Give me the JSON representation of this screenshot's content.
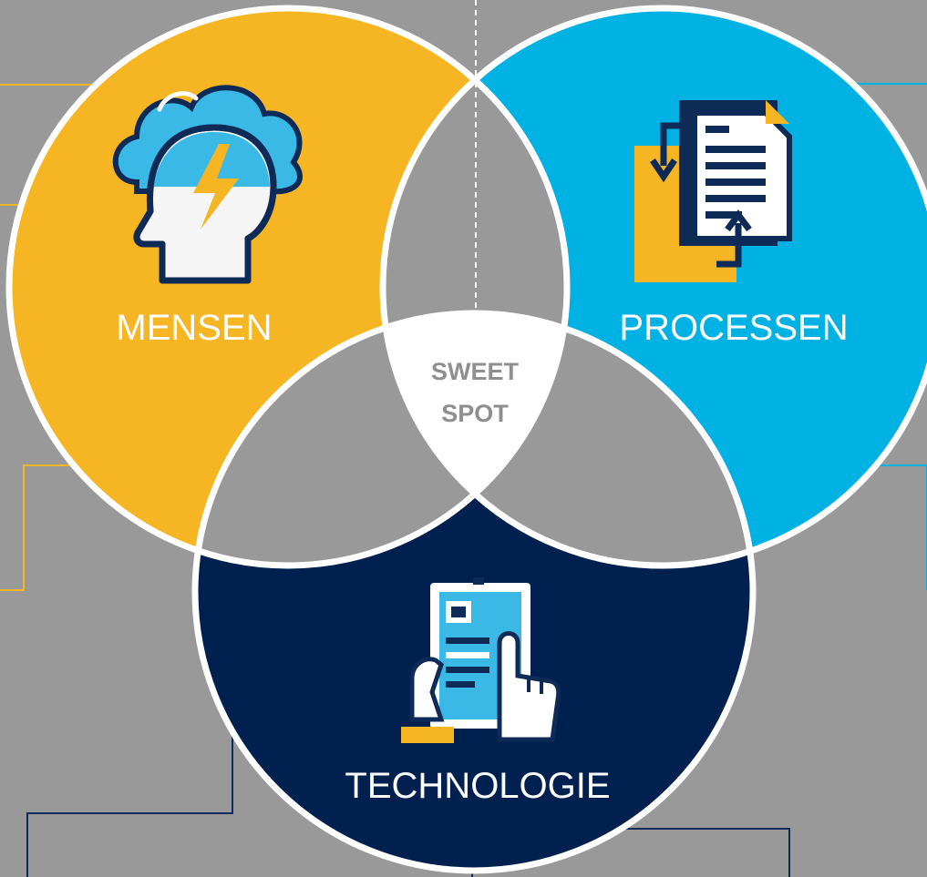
{
  "colors": {
    "background": "#999999",
    "mensen": "#F6B523",
    "processen": "#00B2E3",
    "technologie": "#002050",
    "outline": "#FFFFFF",
    "sweet_spot_text": "#8F8F8F",
    "icon_dark": "#0E2A57",
    "icon_light_blue": "#3AB9E6",
    "icon_white": "#F5F5F5"
  },
  "labels": {
    "mensen": "MENSEN",
    "processen": "PROCESSEN",
    "technologie": "TECHNOLOGIE",
    "sweet_spot_line1": "SWEET",
    "sweet_spot_line2": "SPOT"
  },
  "icons": {
    "mensen": "head-with-cloud-and-lightning-icon",
    "processen": "documents-exchange-icon",
    "technologie": "hand-tapping-tablet-icon"
  }
}
